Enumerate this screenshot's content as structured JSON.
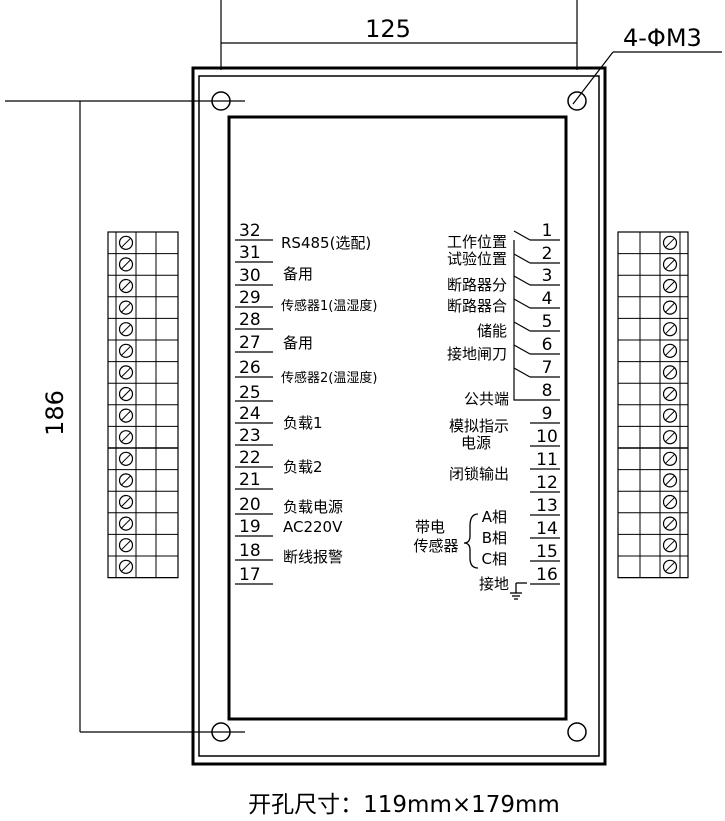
{
  "dimensions": {
    "width": "125",
    "height": "186",
    "holes": "4-ΦM3"
  },
  "left_terminals": [
    {
      "num": "32",
      "label": "RS485(选配)"
    },
    {
      "num": "31",
      "label": ""
    },
    {
      "num": "30",
      "label": "备用"
    },
    {
      "num": "29",
      "label": "传感器1(温湿度)"
    },
    {
      "num": "28",
      "label": ""
    },
    {
      "num": "27",
      "label": "备用"
    },
    {
      "num": "26",
      "label": "传感器2(温湿度)"
    },
    {
      "num": "25",
      "label": ""
    },
    {
      "num": "24",
      "label": "负载1"
    },
    {
      "num": "23",
      "label": ""
    },
    {
      "num": "22",
      "label": "负载2"
    },
    {
      "num": "21",
      "label": ""
    },
    {
      "num": "20",
      "label": "负载电源"
    },
    {
      "num": "19",
      "label": "AC220V"
    },
    {
      "num": "18",
      "label": "断线报警"
    },
    {
      "num": "17",
      "label": ""
    }
  ],
  "right_terminals": [
    {
      "num": "1",
      "label": "工作位置"
    },
    {
      "num": "2",
      "label": "试验位置"
    },
    {
      "num": "3",
      "label": "断路器分"
    },
    {
      "num": "4",
      "label": "断路器合"
    },
    {
      "num": "5",
      "label": "储能"
    },
    {
      "num": "6",
      "label": "接地闸刀"
    },
    {
      "num": "7",
      "label": ""
    },
    {
      "num": "8",
      "label": "公共端"
    },
    {
      "num": "9",
      "label": "模拟指示"
    },
    {
      "num": "10",
      "label": "电源"
    },
    {
      "num": "11",
      "label": "闭锁输出"
    },
    {
      "num": "12",
      "label": ""
    },
    {
      "num": "13",
      "label": "A相"
    },
    {
      "num": "14",
      "label": "B相"
    },
    {
      "num": "15",
      "label": "C相"
    },
    {
      "num": "16",
      "label": "接地"
    }
  ],
  "sensor_group_labels": [
    "带电",
    "传感器"
  ],
  "cutout_caption": "开孔尺寸：119mm×179mm"
}
